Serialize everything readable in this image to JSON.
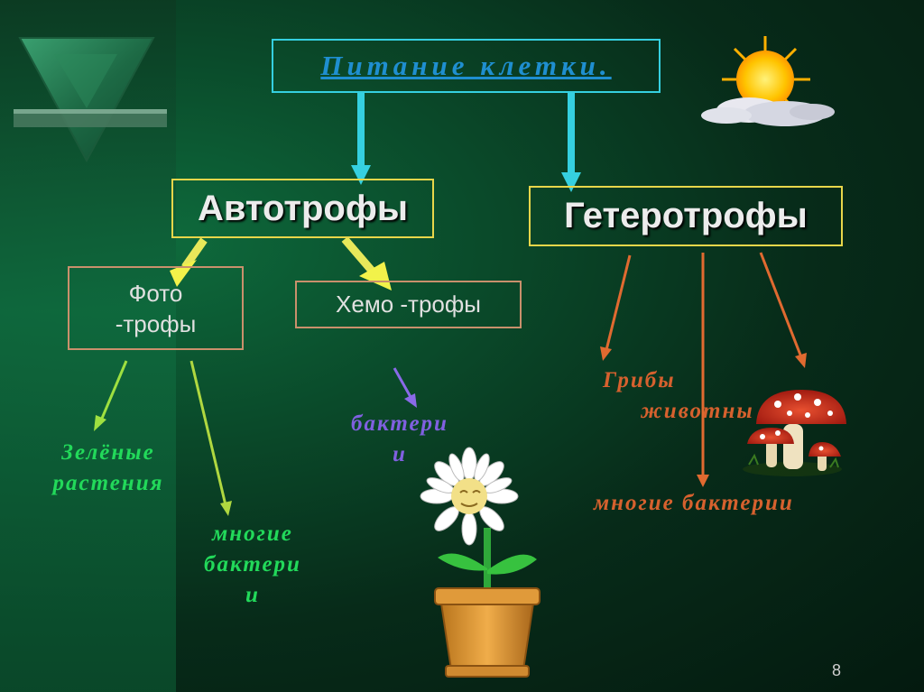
{
  "slide": {
    "title": "Питание клетки.",
    "autotrophs": "Автотрофы",
    "heterotrophs": "Гетеротрофы",
    "photo": {
      "line1": "Фото",
      "line2": "-трофы"
    },
    "chemo": "Хемо -трофы",
    "green_plants": {
      "line1": "Зелёные",
      "line2": "растения"
    },
    "many_bacteria_left": {
      "line1": "многие",
      "line2": "бактери",
      "line3": "и"
    },
    "bacteria_chemo": {
      "line1": "бактери",
      "line2": "и"
    },
    "fungi_animals": {
      "line1": "Грибы",
      "line2": "животны"
    },
    "many_bacteria_right": "многие бактерии",
    "page_number": "8"
  },
  "colors": {
    "title_border": "#35d0e0",
    "title_text": "#1f8fd0",
    "yellow_border": "#e8d64a",
    "green_text": "#22d95a",
    "purple_text": "#8060e0",
    "orange_text": "#d6612e"
  },
  "icons": [
    "triangle-emblem-icon",
    "sun-cloud-icon",
    "daisy-pot-icon",
    "mushrooms-icon"
  ]
}
